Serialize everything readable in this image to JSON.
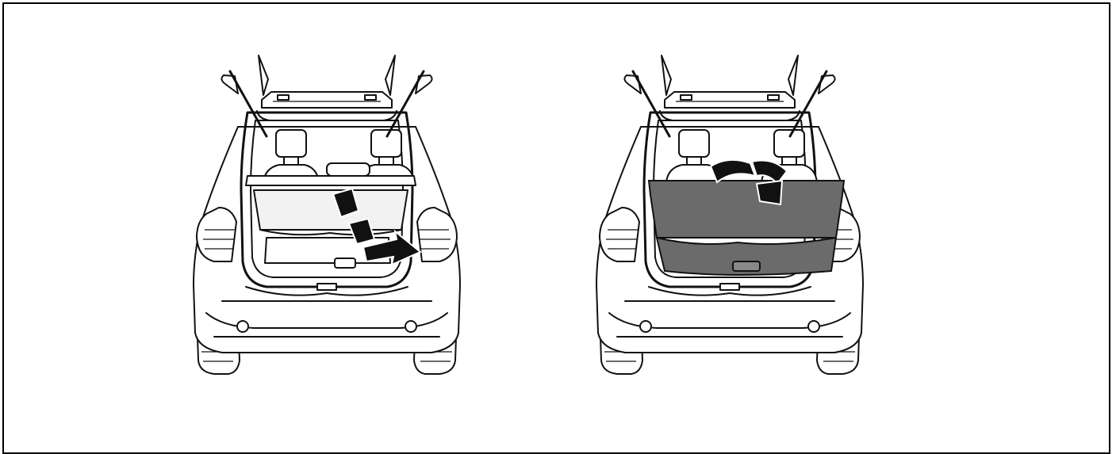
{
  "figure": {
    "panels": [
      {
        "id": "step-1",
        "cover_state": "open",
        "arrow": "pull-down-arrow-icon",
        "cover_color": "#e6e6e6"
      },
      {
        "id": "step-2",
        "cover_state": "closed",
        "arrow": "fold-back-arrow-icon",
        "cover_color": "#6b6b6b"
      }
    ]
  }
}
